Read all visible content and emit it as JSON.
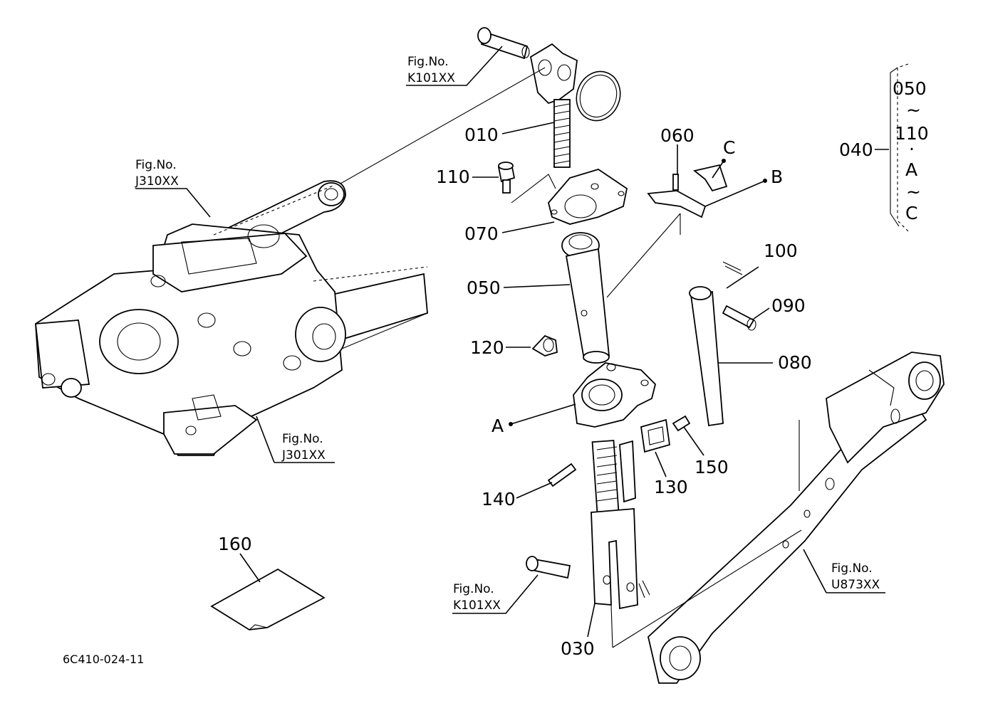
{
  "fig_refs": {
    "top_left_pin": {
      "line1": "Fig.No.",
      "line2": "K101XX"
    },
    "housing_arm": {
      "line1": "Fig.No.",
      "line2": "J310XX"
    },
    "housing_body": {
      "line1": "Fig.No.",
      "line2": "J301XX"
    },
    "bottom_pin": {
      "line1": "Fig.No.",
      "line2": "K101XX"
    },
    "lower_link": {
      "line1": "Fig.No.",
      "line2": "U873XX"
    }
  },
  "callouts": {
    "p010": "010",
    "p060": "060",
    "c": "C",
    "b": "B",
    "p110": "110",
    "p070": "070",
    "p050": "050",
    "p120": "120",
    "p100": "100",
    "p090": "090",
    "p080": "080",
    "a": "A",
    "p150": "150",
    "p130": "130",
    "p140": "140",
    "p160": "160",
    "p030": "030"
  },
  "assembly_group": {
    "label": "040",
    "items": [
      "050",
      "~",
      "110",
      "·",
      "A",
      "~",
      "C"
    ]
  },
  "drawing_code": "6C410-024-11"
}
